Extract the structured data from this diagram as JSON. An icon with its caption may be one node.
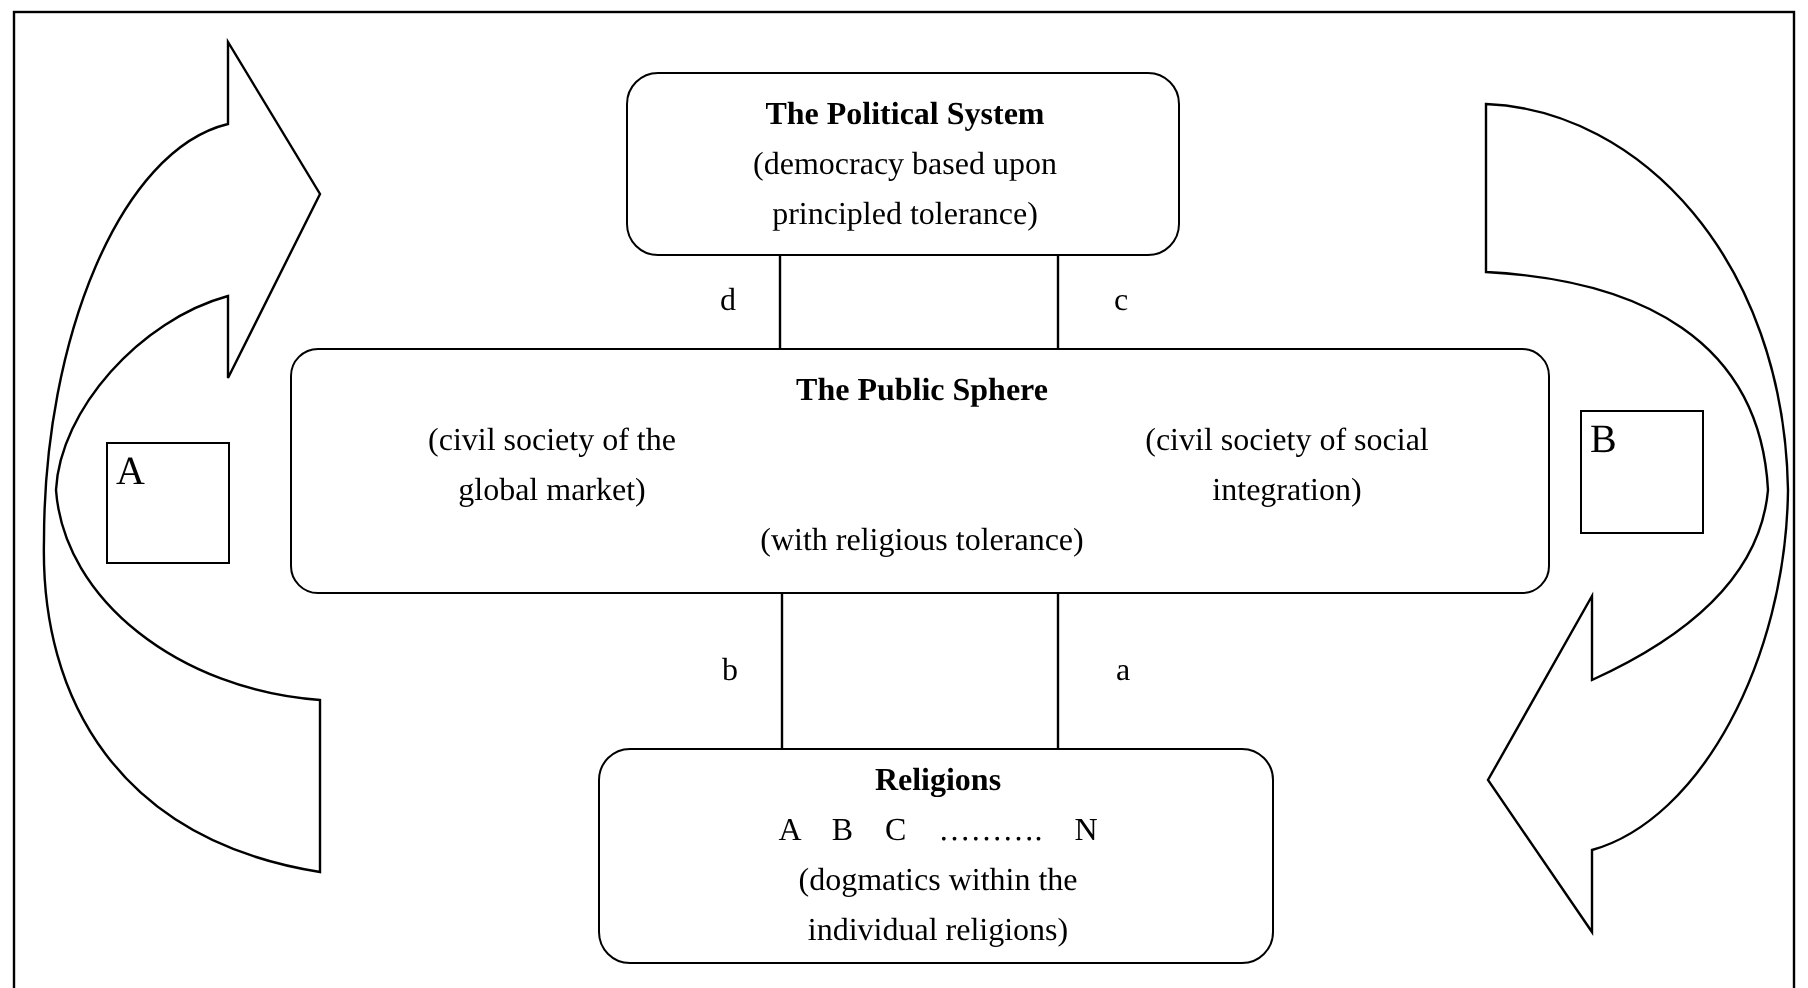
{
  "diagram": {
    "nodes": [
      {
        "text": [
          "The Political System",
          "(democracy based upon principled tolerance)"
        ]
      },
      {
        "text": [
          "The Public Sphere",
          "(civil society of the global market)",
          "(civil society of social integration)",
          "(with religious tolerance)"
        ]
      },
      {
        "text": [
          "Religions",
          "A B C ………. N",
          "(dogmatics within the individual religions)"
        ]
      },
      {
        "text": [
          "A"
        ]
      },
      {
        "text": [
          "B"
        ]
      }
    ],
    "edges": [
      {
        "from": 0,
        "to": 1,
        "arrow": "none",
        "label": "d"
      },
      {
        "from": 0,
        "to": 1,
        "arrow": "none",
        "label": "c"
      },
      {
        "from": 1,
        "to": 2,
        "arrow": "none",
        "label": "b"
      },
      {
        "from": 1,
        "to": 2,
        "arrow": "none",
        "label": "a"
      }
    ]
  }
}
